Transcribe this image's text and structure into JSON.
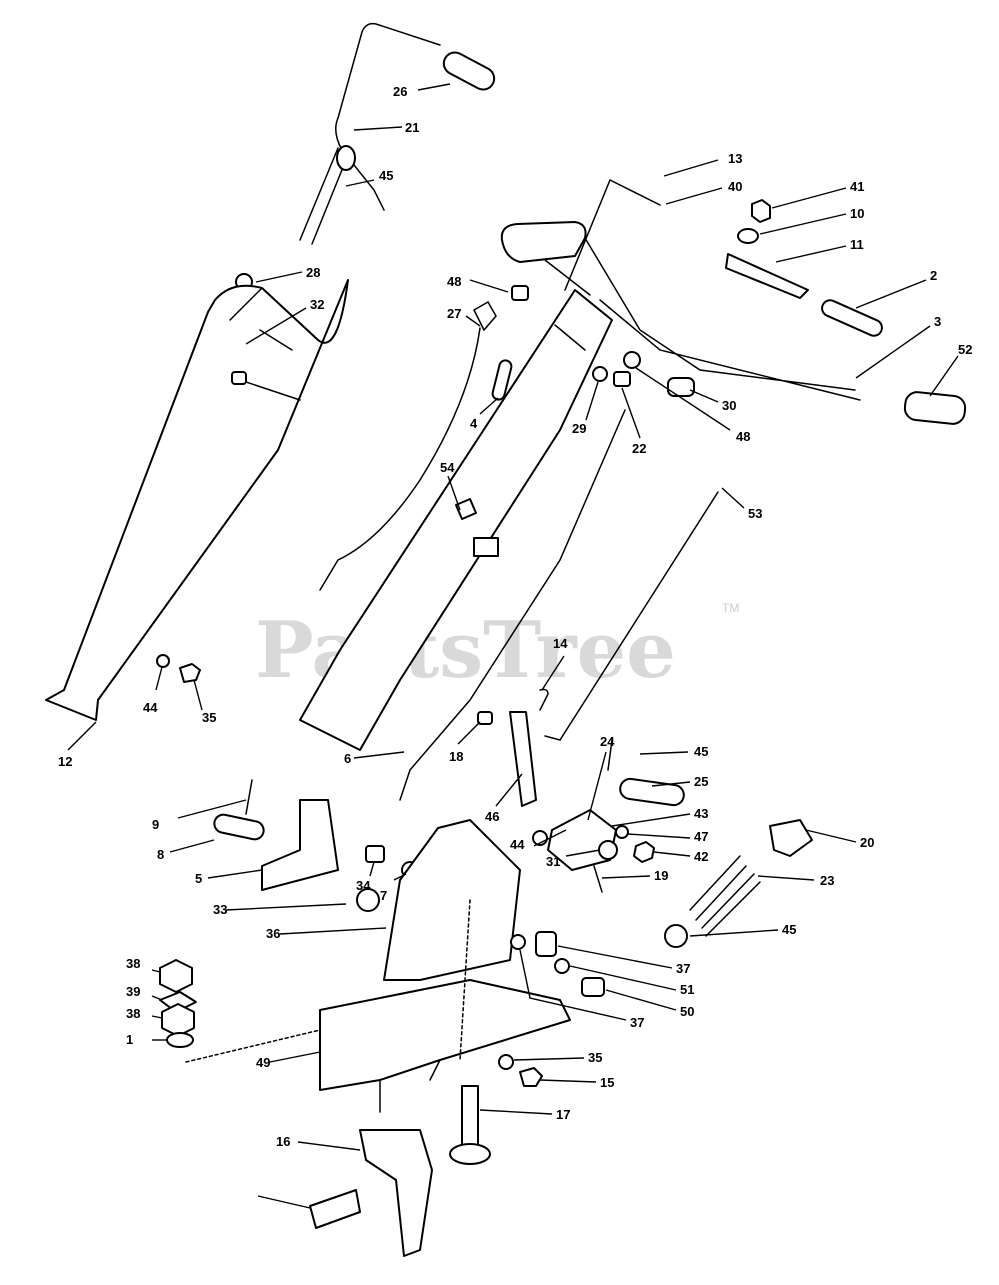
{
  "watermark": {
    "text": "PartsTree",
    "trademark": "TM"
  },
  "callouts": [
    "26",
    "21",
    "45",
    "28",
    "32",
    "12",
    "44",
    "35",
    "48",
    "27",
    "4",
    "54",
    "6",
    "13",
    "40",
    "41",
    "10",
    "11",
    "2",
    "3",
    "52",
    "30",
    "29",
    "22",
    "53",
    "14",
    "46",
    "18",
    "24",
    "25",
    "43",
    "47",
    "42",
    "19",
    "31",
    "20",
    "23",
    "45",
    "9",
    "8",
    "5",
    "33",
    "34",
    "7",
    "36",
    "38",
    "39",
    "1",
    "49",
    "37",
    "51",
    "50",
    "37",
    "35",
    "15",
    "17",
    "16"
  ],
  "colors": {
    "line": "#000000",
    "background": "#ffffff",
    "watermark": "#d9d9d9"
  }
}
